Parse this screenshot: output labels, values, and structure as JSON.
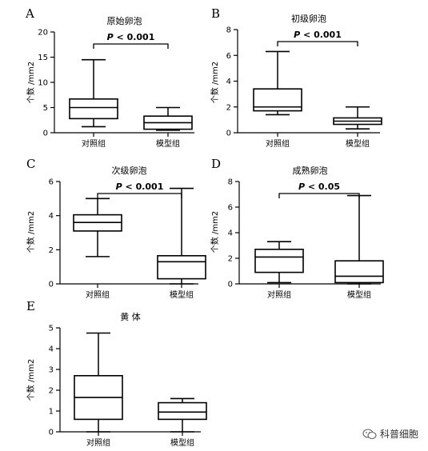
{
  "chart_data": [
    {
      "type": "box",
      "panel_label": "A",
      "title": "原始卵泡",
      "ylabel": "个数 /mm2",
      "ylim": [
        0,
        20
      ],
      "yticks": [
        0,
        5,
        10,
        15,
        20
      ],
      "categories": [
        "对照组",
        "模型组"
      ],
      "boxes": [
        {
          "min": 1.2,
          "q1": 2.8,
          "median": 5.0,
          "q3": 6.7,
          "max": 14.5
        },
        {
          "min": 0.5,
          "q1": 0.7,
          "median": 2.0,
          "q3": 3.3,
          "max": 5.0
        }
      ],
      "significance": {
        "prefix": "P",
        "op": "<",
        "value": "0.001"
      }
    },
    {
      "type": "box",
      "panel_label": "B",
      "title": "初级卵泡",
      "ylabel": "个数 /mm2",
      "ylim": [
        0,
        8
      ],
      "yticks": [
        0,
        2,
        4,
        6,
        8
      ],
      "categories": [
        "对照组",
        "模型组"
      ],
      "boxes": [
        {
          "min": 1.4,
          "q1": 1.7,
          "median": 2.0,
          "q3": 3.4,
          "max": 6.3
        },
        {
          "min": 0.3,
          "q1": 0.65,
          "median": 0.9,
          "q3": 1.15,
          "max": 2.0
        }
      ],
      "significance": {
        "prefix": "P",
        "op": "<",
        "value": "0.001"
      }
    },
    {
      "type": "box",
      "panel_label": "C",
      "title": "次级卵泡",
      "ylabel": "个数 /mm2",
      "ylim": [
        0,
        6
      ],
      "yticks": [
        0,
        2,
        4,
        6
      ],
      "categories": [
        "对照组",
        "模型组"
      ],
      "boxes": [
        {
          "min": 1.6,
          "q1": 3.1,
          "median": 3.6,
          "q3": 4.05,
          "max": 5.0
        },
        {
          "min": 0.0,
          "q1": 0.3,
          "median": 1.3,
          "q3": 1.65,
          "max": 5.6
        }
      ],
      "significance": {
        "prefix": "P",
        "op": "<",
        "value": "0.001"
      }
    },
    {
      "type": "box",
      "panel_label": "D",
      "title": "成熟卵泡",
      "ylabel": "个数 /mm2",
      "ylim": [
        0,
        8
      ],
      "yticks": [
        0,
        2,
        4,
        6,
        8
      ],
      "categories": [
        "对照组",
        "模型组"
      ],
      "boxes": [
        {
          "min": 0.1,
          "q1": 0.9,
          "median": 2.1,
          "q3": 2.7,
          "max": 3.3
        },
        {
          "min": 0.0,
          "q1": 0.1,
          "median": 0.6,
          "q3": 1.8,
          "max": 6.9
        }
      ],
      "significance": {
        "prefix": "P",
        "op": "<",
        "value": "0.05"
      }
    },
    {
      "type": "box",
      "panel_label": "E",
      "title": "黄 体",
      "ylabel": "个数 /mm2",
      "ylim": [
        0,
        5
      ],
      "yticks": [
        0,
        1,
        2,
        3,
        4,
        5
      ],
      "categories": [
        "对照组",
        "模型组"
      ],
      "boxes": [
        {
          "min": 0.0,
          "q1": 0.6,
          "median": 1.65,
          "q3": 2.7,
          "max": 4.75
        },
        {
          "min": 0.0,
          "q1": 0.6,
          "median": 0.95,
          "q3": 1.4,
          "max": 1.6
        }
      ],
      "significance": null
    }
  ],
  "watermark": {
    "text": "科普细胞",
    "icon": "wechat-icon"
  },
  "colors": {
    "ink": "#000000",
    "background": "#ffffff"
  }
}
